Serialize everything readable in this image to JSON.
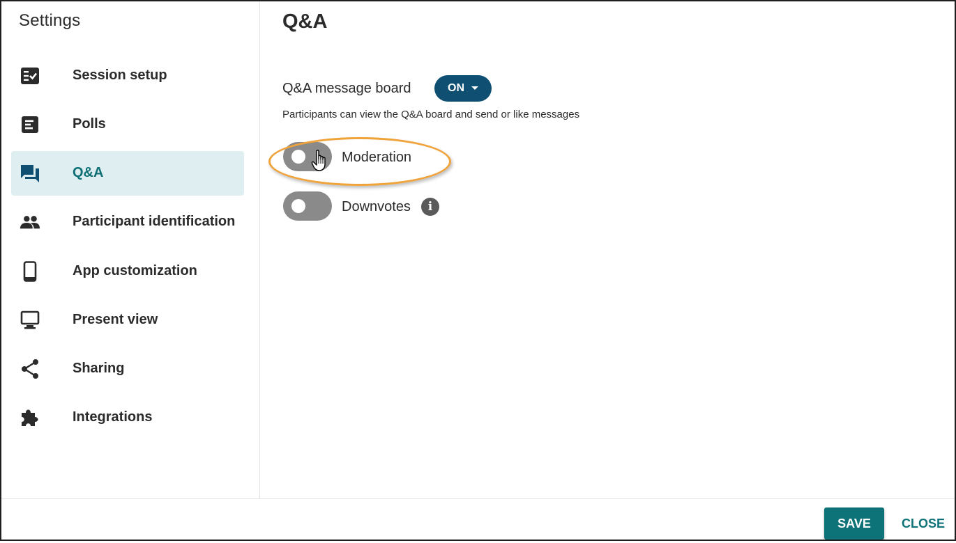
{
  "sidebar": {
    "title": "Settings",
    "items": [
      {
        "label": "Session setup",
        "icon": "checklist-icon"
      },
      {
        "label": "Polls",
        "icon": "poll-icon"
      },
      {
        "label": "Q&A",
        "icon": "forum-icon",
        "active": true
      },
      {
        "label": "Participant identification",
        "icon": "people-icon"
      },
      {
        "label": "App customization",
        "icon": "smartphone-icon"
      },
      {
        "label": "Present view",
        "icon": "monitor-icon"
      },
      {
        "label": "Sharing",
        "icon": "share-icon"
      },
      {
        "label": "Integrations",
        "icon": "puzzle-icon"
      }
    ]
  },
  "main": {
    "title": "Q&A",
    "message_board": {
      "label": "Q&A message board",
      "value": "ON",
      "helper": "Participants can view the Q&A board and send or like messages"
    },
    "moderation": {
      "label": "Moderation",
      "enabled": false
    },
    "downvotes": {
      "label": "Downvotes",
      "enabled": false,
      "info_icon": "i"
    }
  },
  "footer": {
    "save_label": "SAVE",
    "close_label": "CLOSE"
  },
  "colors": {
    "accent": "#0e7378",
    "dropdown": "#0e4f72",
    "active_bg": "#dfeef0",
    "toggle_off": "#8a8a8a",
    "highlight": "#f0a33a"
  }
}
